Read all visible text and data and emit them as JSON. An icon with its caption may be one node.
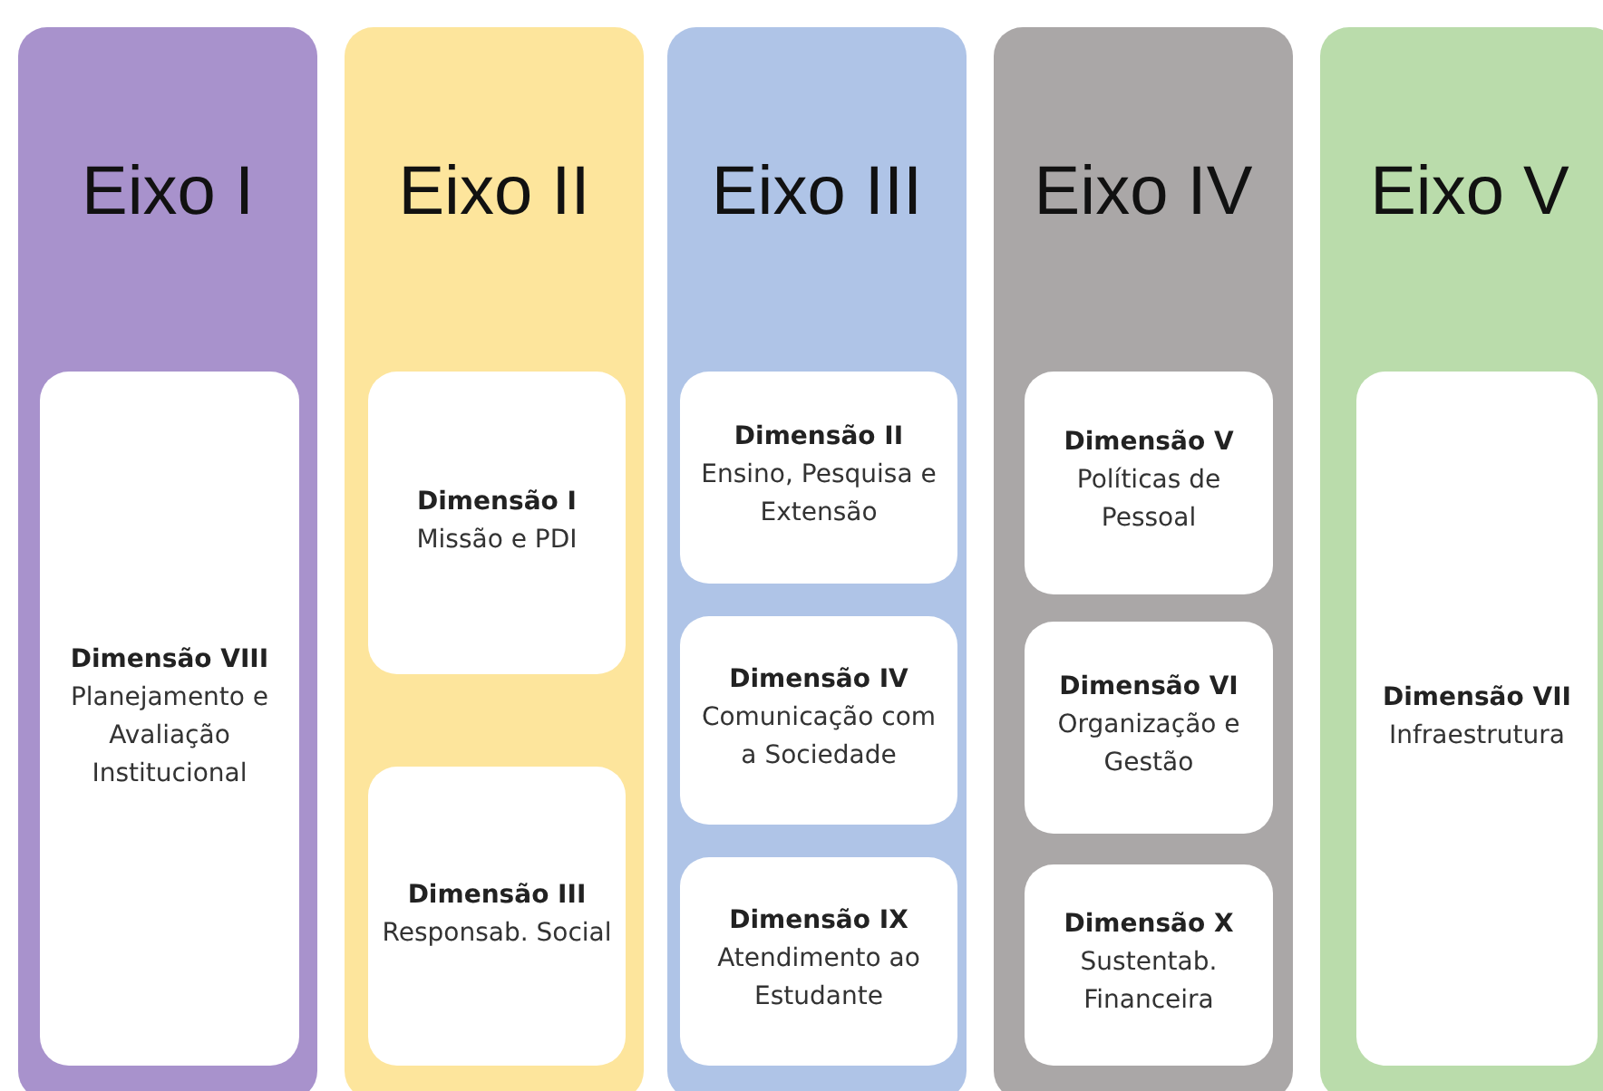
{
  "diagram": {
    "nodes": [
      {
        "text": [
          "Eixo I"
        ]
      },
      {
        "text": [
          "Dimensão VIII",
          "Planejamento e Avaliação Institucional"
        ],
        "in": 0
      },
      {
        "text": [
          "Eixo II"
        ]
      },
      {
        "text": [
          "Dimensão I",
          "Missão e PDI"
        ],
        "in": 2
      },
      {
        "text": [
          "Dimensão III",
          "Responsab. Social"
        ],
        "in": 2
      },
      {
        "text": [
          "Eixo III"
        ]
      },
      {
        "text": [
          "Dimensão II",
          "Ensino, Pesquisa e Extensão"
        ],
        "in": 5
      },
      {
        "text": [
          "Dimensão IV",
          "Comunicação com a Sociedade"
        ],
        "in": 5
      },
      {
        "text": [
          "Dimensão IX",
          "Atendimento ao Estudante"
        ],
        "in": 5
      },
      {
        "text": [
          "Eixo IV"
        ]
      },
      {
        "text": [
          "Dimensão V",
          "Políticas de Pessoal"
        ],
        "in": 9
      },
      {
        "text": [
          "Dimensão VI",
          "Organização e Gestão"
        ],
        "in": 9
      },
      {
        "text": [
          "Dimensão X",
          "Sustentab. Financeira"
        ],
        "in": 9
      },
      {
        "text": [
          "Eixo V"
        ]
      },
      {
        "text": [
          "Dimensão VII",
          "Infraestrutura"
        ],
        "in": 13
      }
    ]
  }
}
